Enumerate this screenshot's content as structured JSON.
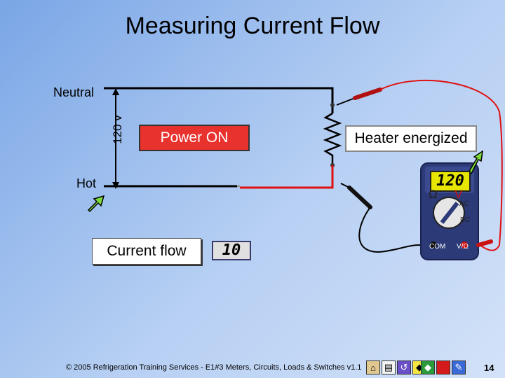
{
  "title": "Measuring Current Flow",
  "labels": {
    "neutral": "Neutral",
    "hot": "Hot",
    "voltage": "120 v"
  },
  "status_boxes": {
    "power_on": "Power ON",
    "heater": "Heater energized",
    "current_flow": "Current flow"
  },
  "flow_display_value": "10",
  "meter": {
    "display_value": "120",
    "ohm_symbol": "Ω",
    "volt_symbol": "V",
    "ac_label": "AC",
    "dc_label": "DC",
    "com_label": "COM",
    "vo_label": "V/Ω"
  },
  "footer": "© 2005 Refrigeration Training Services - E1#3 Meters, Circuits, Loads & Switches v1.1",
  "page_number": "14",
  "nav_icons": [
    "home-icon",
    "doc-icon",
    "return-icon",
    "prev-icon",
    "next-icon",
    "end-icon",
    "pencil-icon"
  ],
  "colors": {
    "power_on_bg": "#e8322e",
    "wire_red": "#e01010",
    "wire_black": "#000000",
    "meter_display": "#e6e600",
    "arrow_green": "#7ddc3a"
  }
}
